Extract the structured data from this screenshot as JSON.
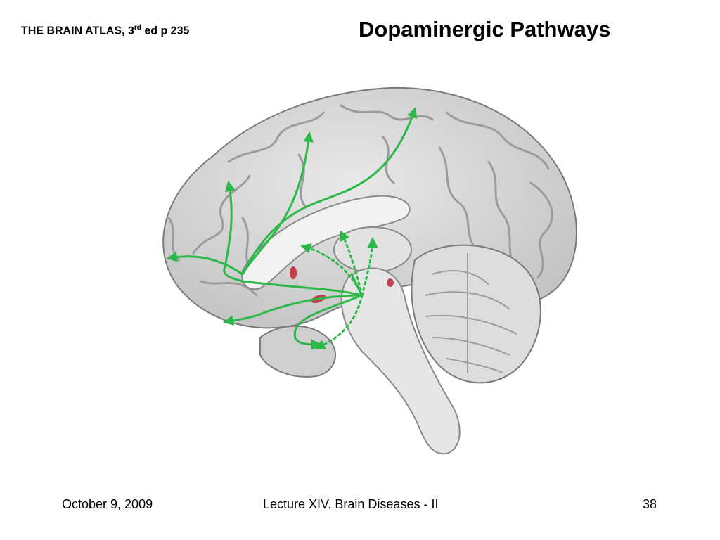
{
  "header": {
    "source_prefix": "THE BRAIN ATLAS, 3",
    "source_superscript": "rd",
    "source_suffix": " ed p 235",
    "title": "Dopaminergic Pathways"
  },
  "figure": {
    "pathway_color": "#2db84a",
    "nucleus_color": "#c0404e",
    "tissue_color": "#d8d8d8"
  },
  "footer": {
    "date": "October 9, 2009",
    "course": "Lecture XIV. Brain Diseases - II",
    "page": "38"
  }
}
